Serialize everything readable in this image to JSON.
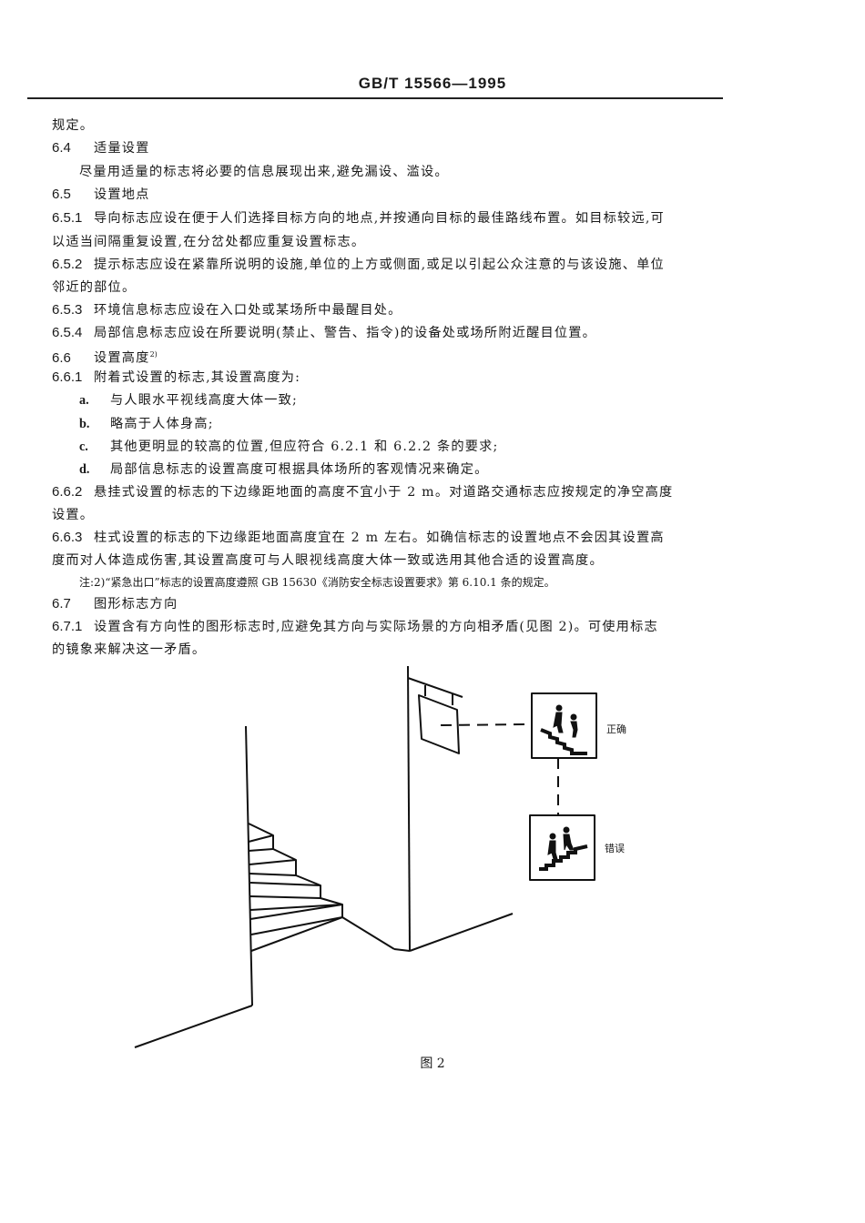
{
  "header": {
    "standard_id": "GB/T 15566—1995"
  },
  "body": {
    "lines": [
      {
        "id": "cont",
        "text": "规定。"
      },
      {
        "id": "s6_4",
        "num": "6.4",
        "text": "适量设置"
      },
      {
        "id": "s6_4_p",
        "text": "尽量用适量的标志将必要的信息展现出来,避免漏设、滥设。"
      },
      {
        "id": "s6_5",
        "num": "6.5",
        "text": "设置地点"
      },
      {
        "id": "s6_5_1",
        "num": "6.5.1",
        "text": "导向标志应设在便于人们选择目标方向的地点,并按通向目标的最佳路线布置。如目标较远,可"
      },
      {
        "id": "s6_5_1b",
        "text": "以适当间隔重复设置,在分岔处都应重复设置标志。"
      },
      {
        "id": "s6_5_2",
        "num": "6.5.2",
        "text": "提示标志应设在紧靠所说明的设施,单位的上方或侧面,或足以引起公众注意的与该设施、单位"
      },
      {
        "id": "s6_5_2b",
        "text": "邻近的部位。"
      },
      {
        "id": "s6_5_3",
        "num": "6.5.3",
        "text": "环境信息标志应设在入口处或某场所中最醒目处。"
      },
      {
        "id": "s6_5_4",
        "num": "6.5.4",
        "text": "局部信息标志应设在所要说明(禁止、警告、指令)的设备处或场所附近醒目位置。"
      },
      {
        "id": "s6_6",
        "num": "6.6",
        "text": "设置高度",
        "sup": "2)"
      },
      {
        "id": "s6_6_1",
        "num": "6.6.1",
        "text": "附着式设置的标志,其设置高度为:"
      },
      {
        "id": "s6_6_1a",
        "letter": "a.",
        "text": "与人眼水平视线高度大体一致;"
      },
      {
        "id": "s6_6_1b",
        "letter": "b.",
        "text": "略高于人体身高;"
      },
      {
        "id": "s6_6_1c",
        "letter": "c.",
        "text": "其他更明显的较高的位置,但应符合 6.2.1 和 6.2.2 条的要求;"
      },
      {
        "id": "s6_6_1d",
        "letter": "d.",
        "text": "局部信息标志的设置高度可根据具体场所的客观情况来确定。"
      },
      {
        "id": "s6_6_2",
        "num": "6.6.2",
        "text": "悬挂式设置的标志的下边缘距地面的高度不宜小于 2 m。对道路交通标志应按规定的净空高度"
      },
      {
        "id": "s6_6_2b",
        "text": "设置。"
      },
      {
        "id": "s6_6_3",
        "num": "6.6.3",
        "text": "柱式设置的标志的下边缘距地面高度宜在 2 m 左右。如确信标志的设置地点不会因其设置高"
      },
      {
        "id": "s6_6_3b",
        "text": "度而对人体造成伤害,其设置高度可与人眼视线高度大体一致或选用其他合适的设置高度。"
      },
      {
        "id": "note2",
        "text": "注:2)“紧急出口”标志的设置高度遵照 GB 15630《消防安全标志设置要求》第 6.10.1 条的规定。"
      },
      {
        "id": "s6_7",
        "num": "6.7",
        "text": "图形标志方向"
      },
      {
        "id": "s6_7_1",
        "num": "6.7.1",
        "text": "设置含有方向性的图形标志时,应避免其方向与实际场景的方向相矛盾(见图 2)。可使用标志"
      },
      {
        "id": "s6_7_1b",
        "text": "的镜象来解决这一矛盾。"
      }
    ]
  },
  "figure": {
    "caption": "图 2",
    "label_correct": "正确",
    "label_wrong": "错误",
    "icons": [
      "wall-hanging-sign",
      "stairs-people-sign-correct",
      "stairs-people-sign-wrong",
      "staircase-scene"
    ]
  }
}
